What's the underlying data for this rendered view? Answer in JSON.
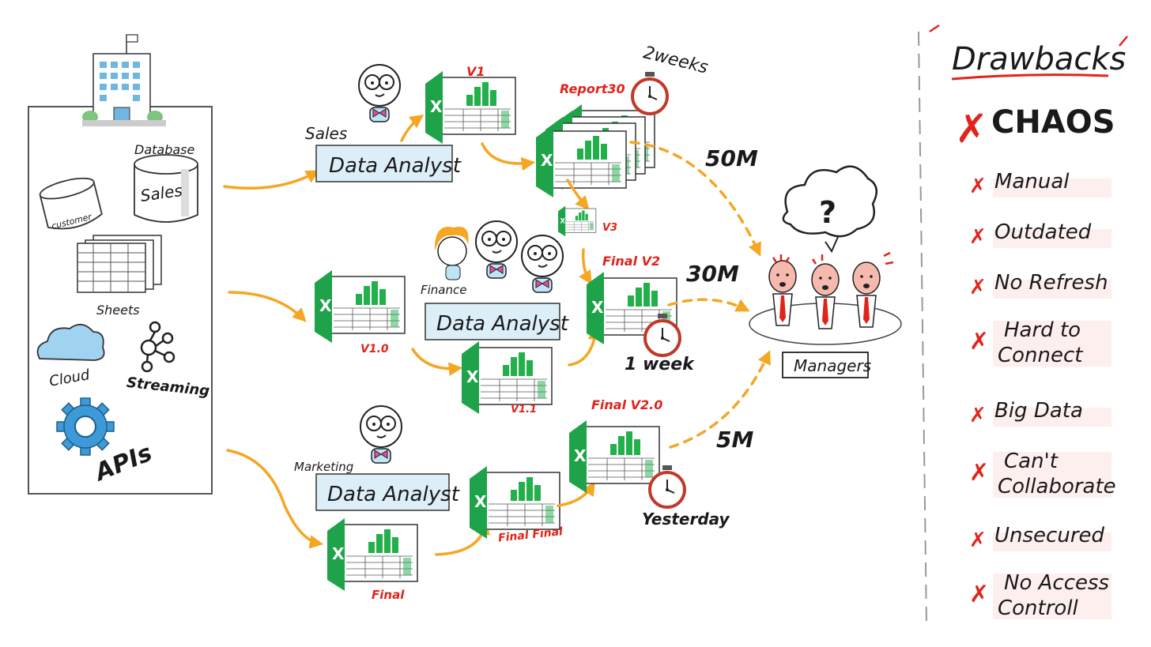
{
  "sources": {
    "database_label": "Database",
    "sales_label": "Sales",
    "customer_label": "customer",
    "sheets_label": "Sheets",
    "cloud_label": "Cloud",
    "streaming_label": "Streaming",
    "apis_label": "APIs"
  },
  "sales_team": {
    "team_label": "Sales",
    "role_label": "Data Analyst",
    "v1_label": "V1",
    "report_label": "Report30",
    "v3_label": "V3",
    "duration_label": "2weeks",
    "volume_label": "50M"
  },
  "finance_team": {
    "team_label": "Finance",
    "role_label": "Data Analyst",
    "v10_label": "V1.0",
    "v11_label": "V1.1",
    "final_label": "Final V2",
    "duration_label": "1 week",
    "volume_label": "30M"
  },
  "marketing_team": {
    "team_label": "Marketing",
    "role_label": "Data Analyst",
    "final_label": "Final",
    "final_final_label": "Final Final",
    "final_v20_label": "Final V2.0",
    "duration_label": "Yesterday",
    "volume_label": "5M"
  },
  "managers": {
    "label": "Managers",
    "question": "?"
  },
  "drawbacks": {
    "title": "Drawbacks",
    "headline": "CHAOS",
    "items": [
      "Manual",
      "Outdated",
      "No Refresh",
      "Hard to Connect",
      "Big Data",
      "Can't Collaborate",
      "Unsecured",
      "No Access Controll"
    ],
    "items_display": [
      [
        "Manual"
      ],
      [
        "Outdated"
      ],
      [
        "No Refresh"
      ],
      [
        "Hard to",
        "Connect"
      ],
      [
        "Big Data"
      ],
      [
        "Can't",
        "Collaborate"
      ],
      [
        "Unsecured"
      ],
      [
        "No Access",
        "Controll"
      ]
    ]
  },
  "colors": {
    "accent_orange": "#f5a623",
    "excel_green": "#1fa34a",
    "alert_red": "#e0241b",
    "box_blue": "#dceef8"
  }
}
